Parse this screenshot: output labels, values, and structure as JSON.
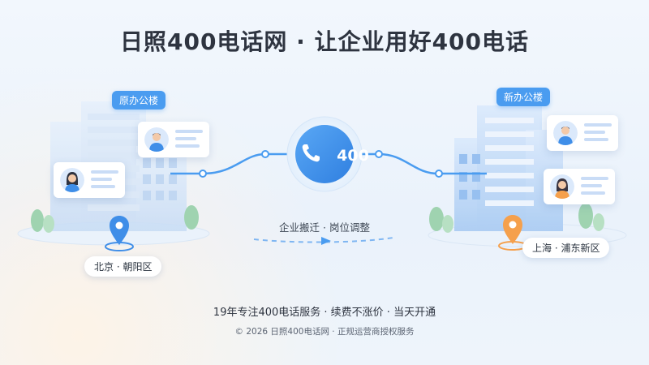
{
  "title": "日照400电话网 · 让企业用好400电话",
  "left": {
    "tag": "原办公楼",
    "location": "北京 · 朝阳区"
  },
  "right": {
    "tag": "新办公楼",
    "location": "上海 · 浦东新区"
  },
  "center": {
    "badge": "400",
    "caption": "企业搬迁 · 岗位调整"
  },
  "footer": {
    "line1": "19年专注400电话服务 · 续费不涨价 · 当天开通",
    "line2": "© 2026 日照400电话网 · 正规运营商授权服务"
  },
  "colors": {
    "accent": "#4a9cf0",
    "pin_left": "#3f8ee8",
    "pin_right": "#f5a04c",
    "text": "#2e3440"
  },
  "icons": [
    "phone-icon",
    "location-pin-icon",
    "user-avatar-icon",
    "building-icon",
    "tree-icon",
    "arrow-right-icon"
  ]
}
